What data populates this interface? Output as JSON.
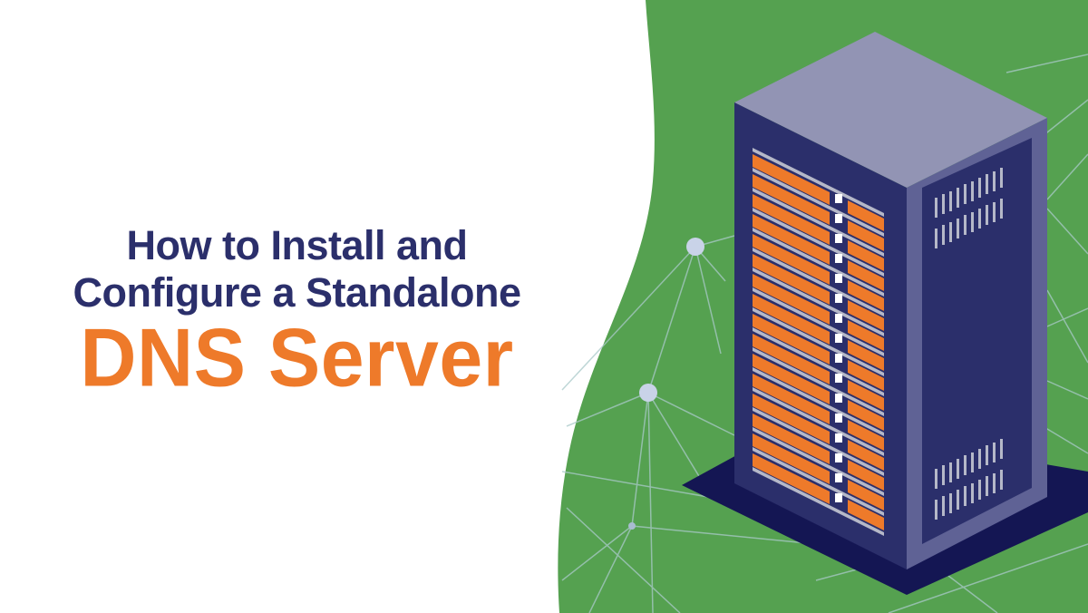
{
  "banner": {
    "title_line1": "How to Install and",
    "title_line2": "Configure a Standalone",
    "title_accent": "DNS Server"
  },
  "colors": {
    "background": "#ffffff",
    "green_panel": "#55a150",
    "title_navy": "#2b2f6b",
    "accent_orange": "#ee7a2a",
    "server_front": "#2b2f6b",
    "server_top": "#9294b4",
    "server_side_frame": "#5f6295",
    "server_shadow": "#141653",
    "network_lines": "#a9c9c9"
  },
  "illustration": {
    "subject": "server-rack",
    "network_nodes": 3
  }
}
